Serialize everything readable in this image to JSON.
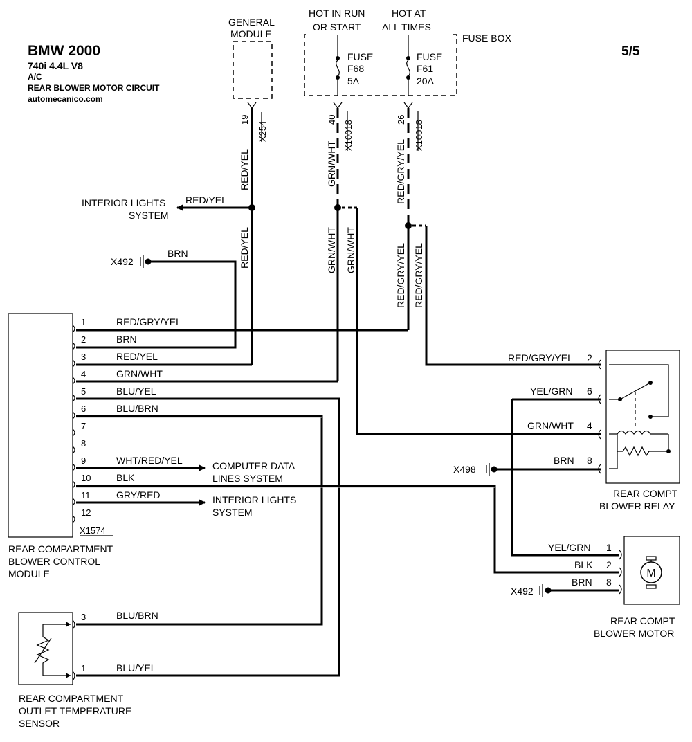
{
  "header": {
    "title": "BMW 2000",
    "model": "740i  4.4L  V8",
    "system": "A/C",
    "circuit": "REAR BLOWER MOTOR CIRCUIT",
    "site": "automecanico.com",
    "page": "5/5"
  },
  "top": {
    "general_module": [
      "GENERAL",
      "MODULE"
    ],
    "hot_run": [
      "HOT IN RUN",
      "OR START"
    ],
    "hot_all": [
      "HOT AT",
      "ALL TIMES"
    ],
    "fuse_box": "FUSE BOX",
    "fuse1": [
      "FUSE",
      "F68",
      "5A"
    ],
    "fuse2": [
      "FUSE",
      "F61",
      "20A"
    ]
  },
  "connectors": {
    "c19": "19",
    "x254": "X254",
    "c40": "40",
    "x10018a": "X10018",
    "c26": "26",
    "x10018b": "X10018"
  },
  "wires": {
    "red_yel": "RED/YEL",
    "grn_wht": "GRN/WHT",
    "red_gry_yel": "RED/GRY/YEL",
    "brn": "BRN",
    "yel_grn": "YEL/GRN",
    "blk": "BLK",
    "blu_brn": "BLU/BRN",
    "blu_yel": "BLU/YEL",
    "wht_red_yel": "WHT/RED/YEL",
    "gry_red": "GRY/RED"
  },
  "systems": {
    "interior_top": [
      "INTERIOR LIGHTS",
      "SYSTEM"
    ],
    "computer_data": [
      "COMPUTER DATA",
      "LINES SYSTEM"
    ],
    "interior_bottom": [
      "INTERIOR LIGHTS",
      "SYSTEM"
    ]
  },
  "grounds": {
    "x492a": "X492",
    "x498": "X498",
    "x492b": "X492"
  },
  "module": {
    "pins": [
      "1",
      "2",
      "3",
      "4",
      "5",
      "6",
      "7",
      "8",
      "9",
      "10",
      "11",
      "12"
    ],
    "connector": "X1574",
    "name": [
      "REAR COMPARTMENT",
      "BLOWER CONTROL",
      "MODULE"
    ]
  },
  "relay": {
    "pins": [
      "2",
      "6",
      "4",
      "8"
    ],
    "name": [
      "REAR COMPT",
      "BLOWER RELAY"
    ]
  },
  "motor": {
    "pins": [
      "1",
      "2",
      "8"
    ],
    "symbol": "M",
    "name": [
      "REAR COMPT",
      "BLOWER MOTOR"
    ]
  },
  "sensor": {
    "pins": [
      "3",
      "1"
    ],
    "name": [
      "REAR COMPARTMENT",
      "OUTLET TEMPERATURE",
      "SENSOR"
    ]
  }
}
